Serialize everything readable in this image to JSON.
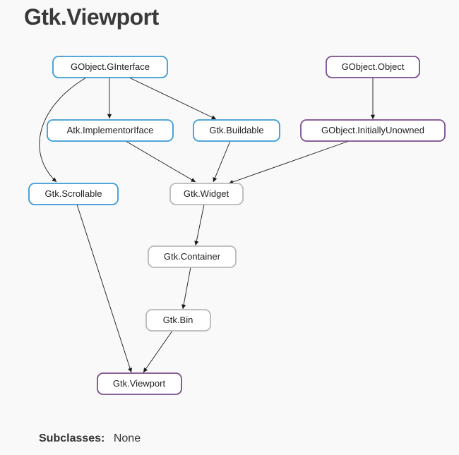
{
  "page": {
    "title": "Gtk.Viewport"
  },
  "diagram": {
    "nodes": {
      "gobject_ginterface": {
        "label": "GObject.GInterface",
        "kind": "interface"
      },
      "gobject_object": {
        "label": "GObject.Object",
        "kind": "class"
      },
      "atk_implementoriface": {
        "label": "Atk.ImplementorIface",
        "kind": "interface"
      },
      "gtk_buildable": {
        "label": "Gtk.Buildable",
        "kind": "interface"
      },
      "gobject_initiallyunowned": {
        "label": "GObject.InitiallyUnowned",
        "kind": "class"
      },
      "gtk_scrollable": {
        "label": "Gtk.Scrollable",
        "kind": "interface"
      },
      "gtk_widget": {
        "label": "Gtk.Widget",
        "kind": "widget"
      },
      "gtk_container": {
        "label": "Gtk.Container",
        "kind": "widget"
      },
      "gtk_bin": {
        "label": "Gtk.Bin",
        "kind": "widget"
      },
      "gtk_viewport": {
        "label": "Gtk.Viewport",
        "kind": "class"
      }
    },
    "edges": [
      {
        "from": "gobject_ginterface",
        "to": "atk_implementoriface"
      },
      {
        "from": "gobject_ginterface",
        "to": "gtk_buildable"
      },
      {
        "from": "gobject_ginterface",
        "to": "gtk_scrollable"
      },
      {
        "from": "gobject_object",
        "to": "gobject_initiallyunowned"
      },
      {
        "from": "atk_implementoriface",
        "to": "gtk_widget"
      },
      {
        "from": "gtk_buildable",
        "to": "gtk_widget"
      },
      {
        "from": "gobject_initiallyunowned",
        "to": "gtk_widget"
      },
      {
        "from": "gtk_widget",
        "to": "gtk_container"
      },
      {
        "from": "gtk_container",
        "to": "gtk_bin"
      },
      {
        "from": "gtk_scrollable",
        "to": "gtk_viewport"
      },
      {
        "from": "gtk_bin",
        "to": "gtk_viewport"
      }
    ],
    "colors": {
      "interface": "#3a9bd4",
      "class": "#7a4d8e",
      "widget": "#b9b9b9"
    }
  },
  "subclasses": {
    "label": "Subclasses:",
    "value": "None"
  }
}
